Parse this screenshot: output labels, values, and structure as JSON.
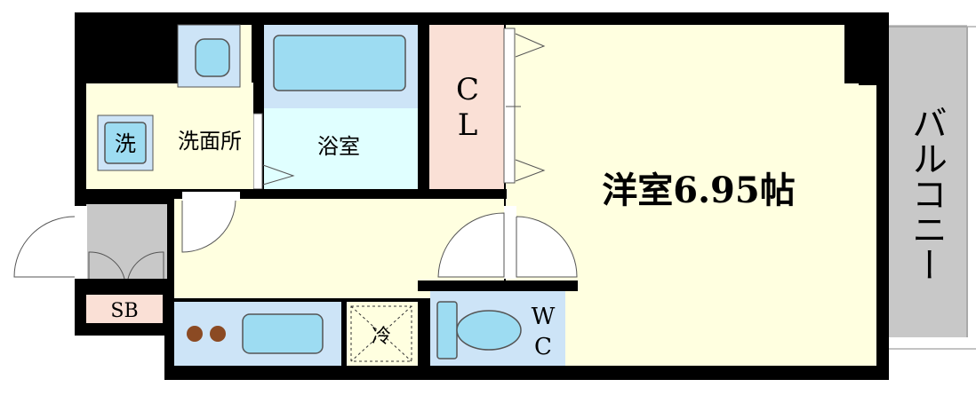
{
  "plan": {
    "labels": {
      "washroom": "洗面所",
      "washer": "洗",
      "bathroom": "浴室",
      "closet_c": "C",
      "closet_l": "L",
      "western_room": "洋室6.95帖",
      "balcony": "バルコニー",
      "shoe_box": "SB",
      "fridge": "冷",
      "toilet_w": "W",
      "toilet_c": "C"
    },
    "colors": {
      "wall": "#000000",
      "western_room": "#ffffe0",
      "corridor": "#ffffe0",
      "washroom": "#ffffe0",
      "bathroom": "#e0ffff",
      "closet": "#fae0d6",
      "kitchen": "#cde4f7",
      "toilet_room": "#cde4f7",
      "fixture": "#9ddcf2",
      "balcony": "#c8c8c8",
      "entrance": "#c8c8c8",
      "shoe_box": "#fae0d6",
      "burner": "#8b4a23"
    }
  }
}
